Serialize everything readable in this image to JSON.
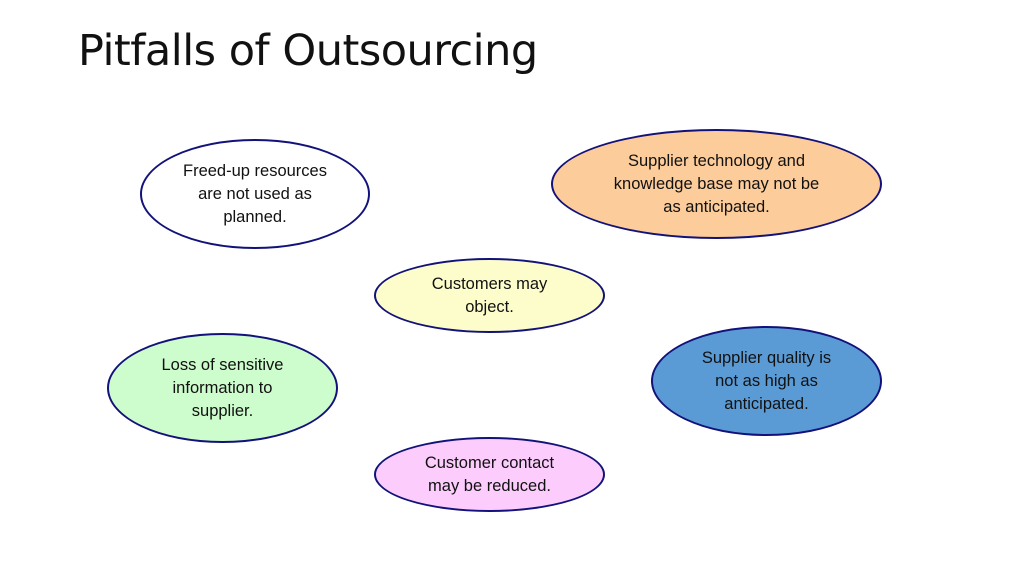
{
  "slide": {
    "title": "Pitfalls of Outsourcing"
  },
  "colors": {
    "outline": "#12127a",
    "freed_up": "#ffffff",
    "supplier_technology": "#fccc9a",
    "customers_object": "#fdfdcc",
    "loss_info": "#cdfccd",
    "supplier_quality": "#5b9bd5",
    "customer_contact": "#fccdfc"
  },
  "bubbles": {
    "freed_up": "Freed-up resources are not used as planned.",
    "supplier_technology": "Supplier technology and knowledge base may not be as anticipated.",
    "customers_object": "Customers may object.",
    "loss_info": "Loss of sensitive information to supplier.",
    "supplier_quality": "Supplier quality is not as high as anticipated.",
    "customer_contact": "Customer contact may be reduced."
  }
}
